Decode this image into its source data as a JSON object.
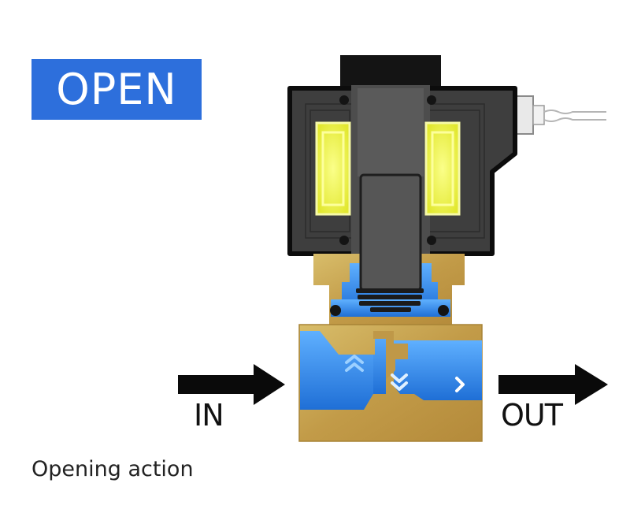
{
  "status_badge": {
    "label": "OPEN",
    "color": "#2d6fdc"
  },
  "ports": {
    "inlet_label": "IN",
    "outlet_label": "OUT"
  },
  "caption": "Opening action",
  "colors": {
    "coil_glow": "#eef24a",
    "fluid": "#2f8ef0",
    "brass": "#c6a353",
    "housing": "#3c3c3c",
    "plunger": "#545454",
    "arrow": "#0a0a0a"
  },
  "state": {
    "valve": "open",
    "coil_energized": true,
    "flow_direction": "left-to-right"
  }
}
